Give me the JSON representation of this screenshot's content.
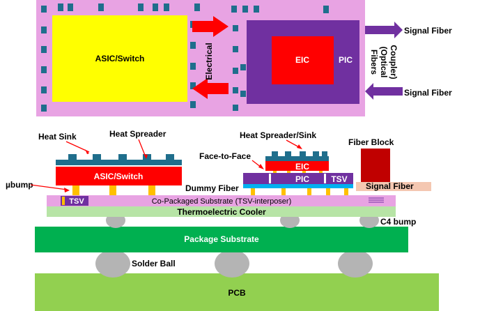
{
  "top_view": {
    "asic_label": "ASIC/Switch",
    "electrical_label": "Electrical",
    "eic_label": "EIC",
    "pic_label": "PIC",
    "fibers_label_1": "Fibers",
    "fibers_label_2": "(Optical",
    "fibers_label_3": "Coupler)",
    "signal_fiber_top": "Signal Fiber",
    "signal_fiber_bottom": "Signal Fiber"
  },
  "cross_section": {
    "heat_sink": "Heat Sink",
    "heat_spreader": "Heat Spreader",
    "heat_spreader_sink": "Heat Spreader/Sink",
    "fiber_block": "Fiber Block",
    "face_to_face": "Face-to-Face",
    "asic_switch": "ASIC/Switch",
    "eic": "EIC",
    "pic": "PIC",
    "tsv_pic": "TSV",
    "dummy_fiber": "Dummy Fiber",
    "signal_fiber": "Signal Fiber",
    "ubump": "µbump",
    "tsv_left": "TSV",
    "co_packaged_substrate": "Co-Packaged Substrate (TSV-interposer)",
    "thermoelectric_cooler": "Thermoelectric Cooler",
    "c4_bump": "C4 bump",
    "package_substrate": "Package Substrate",
    "solder_ball": "Solder Ball",
    "pcb": "PCB"
  },
  "colors": {
    "pink": "#e8a3e3",
    "yellow": "#ffff00",
    "red": "#ff0000",
    "purple": "#7030a0",
    "teal": "#1f6e8c",
    "green_substrate": "#00b050",
    "green_pcb": "#92d050",
    "light_green": "#b7e4a6",
    "gray": "#b4b4b4",
    "light_orange": "#f4c7b1",
    "dark_red": "#c00000",
    "light_blue": "#00b0f0"
  }
}
